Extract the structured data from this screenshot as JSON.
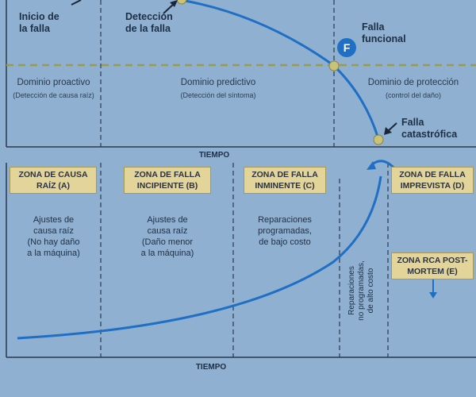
{
  "top_chart": {
    "labels": {
      "inicio": "Inicio de\nla falla",
      "deteccion": "Detección\nde la falla",
      "falla_funcional": "Falla\nfuncional",
      "falla_catastrofica": "Falla\ncatastrófica",
      "f_badge": "F"
    },
    "domains": [
      {
        "title": "Dominio proactivo",
        "subtitle": "(Detección de causa raíz)"
      },
      {
        "title": "Dominio predictivo",
        "subtitle": "(Detección del síntoma)"
      },
      {
        "title": "Dominio de protección",
        "subtitle": "(control del daño)"
      }
    ],
    "axis_label": "TIEMPO"
  },
  "bottom_chart": {
    "zones": [
      {
        "label": "ZONA DE CAUSA\nRAÍZ (A)",
        "desc": "Ajustes de\ncausa raíz\n(No hay daño\na la máquina)"
      },
      {
        "label": "ZONA DE FALLA\nINCIPIENTE (B)",
        "desc": "Ajustes de\ncausa raíz\n(Daño menor\na la máquina)"
      },
      {
        "label": "ZONA DE FALLA\nINMINENTE (C)",
        "desc": "Reparaciones\nprogramadas,\nde bajo costo"
      },
      {
        "label": "ZONA DE FALLA\nIMPREVISTA (D)",
        "desc": ""
      }
    ],
    "vertical_note": "Reparaciones\nno programadas,\nde alto costo",
    "rca_zone": "ZONA RCA POST-\nMORTEM (E)",
    "axis_label": "TIEMPO"
  },
  "colors": {
    "background": "#8fb0d0",
    "curve": "#1f6fc4",
    "zone_fill": "#e3d49a",
    "threshold": "#9c9a4c",
    "badge": "#1f6fc4"
  }
}
